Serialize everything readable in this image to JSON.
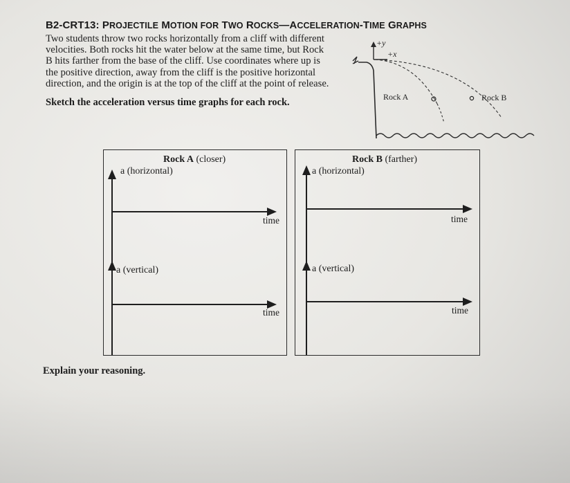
{
  "header": {
    "code": "B2-CRT13:",
    "title_part1": "P",
    "title_part1_sc": "ROJECTILE",
    "title_part2": "M",
    "title_part2_sc": "OTION FOR",
    "title_part3": "T",
    "title_part3_sc": "WO",
    "title_part4": "R",
    "title_part4_sc": "OCKS",
    "title_dash": "—",
    "title_part5": "A",
    "title_part5_sc": "CCELERATION",
    "title_part6": "-T",
    "title_part6_sc": "IME",
    "title_part7": "G",
    "title_part7_sc": "RAPHS"
  },
  "intro_lines": [
    "Two students throw two rocks horizontally from a cliff with different",
    "velocities. Both rocks hit the water below at the same time, but Rock",
    "B hits farther from the base of the cliff. Use coordinates where up is",
    "the positive direction, away from the cliff is the positive horizontal",
    "direction, and the origin is at the top of the cliff at the point of release."
  ],
  "task": "Sketch the acceleration versus time graphs for each rock.",
  "figure": {
    "plus_y": "+y",
    "plus_x": "+x",
    "rock_a": "Rock A",
    "rock_b": "Rock B"
  },
  "panels": {
    "a": {
      "title_bold": "Rock A",
      "title_rest": " (closer)",
      "horizontal_label": "a (horizontal)",
      "vertical_label": "a (vertical)",
      "time_label_1": "time",
      "time_label_2": "time"
    },
    "b": {
      "title_bold": "Rock B",
      "title_rest": " (farther)",
      "horizontal_label": "a (horizontal)",
      "vertical_label": "a (vertical)",
      "time_label_1": "time",
      "time_label_2": "time"
    }
  },
  "explain": "Explain your reasoning."
}
